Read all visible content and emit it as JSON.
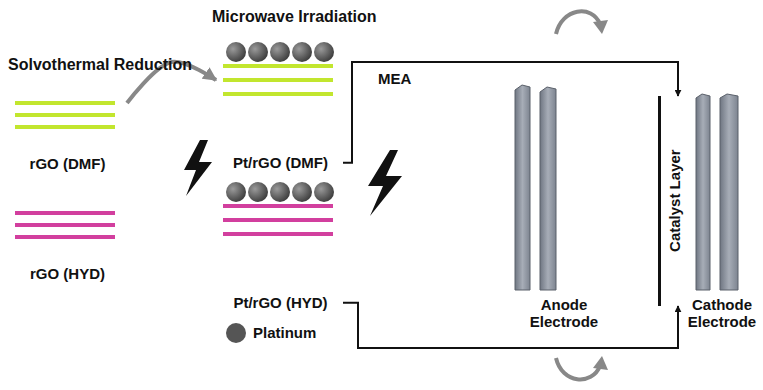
{
  "diagram": {
    "nodes": [
      {
        "text": [
          "rGO (DMF)"
        ]
      },
      {
        "text": [
          "rGO (HYD)"
        ]
      },
      {
        "text": [
          "Pt/rGO (DMF)"
        ]
      },
      {
        "text": [
          "Pt/rGO (HYD)"
        ]
      },
      {
        "text": [
          "Catalyst Layer"
        ]
      }
    ],
    "edges": [
      {
        "from": 0,
        "to": 2,
        "arrow": "to"
      },
      {
        "from": 2,
        "to": 4,
        "arrow": "to"
      },
      {
        "from": 3,
        "to": 4,
        "arrow": "to"
      }
    ],
    "labels": [
      "Solvothermal Reduction",
      "Microwave Irradiation",
      "MEA",
      "Anode Electrode",
      "Cathode Electrode"
    ],
    "legend": [
      {
        "text": "Platinum",
        "color": "#555555"
      }
    ]
  }
}
